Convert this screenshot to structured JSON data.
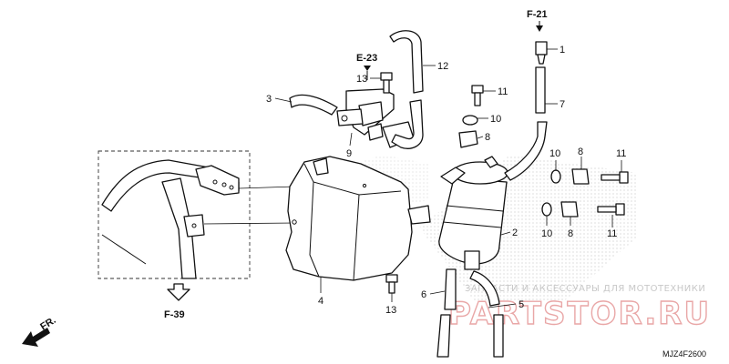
{
  "diagram": {
    "callouts": [
      {
        "id": "c1",
        "text": "1"
      },
      {
        "id": "c2",
        "text": "2"
      },
      {
        "id": "c3",
        "text": "3"
      },
      {
        "id": "c4",
        "text": "4"
      },
      {
        "id": "c5",
        "text": "5"
      },
      {
        "id": "c6",
        "text": "6"
      },
      {
        "id": "c7",
        "text": "7"
      },
      {
        "id": "c8a",
        "text": "8"
      },
      {
        "id": "c8b",
        "text": "8"
      },
      {
        "id": "c8c",
        "text": "8"
      },
      {
        "id": "c9",
        "text": "9"
      },
      {
        "id": "c10a",
        "text": "10"
      },
      {
        "id": "c10b",
        "text": "10"
      },
      {
        "id": "c10c",
        "text": "10"
      },
      {
        "id": "c11a",
        "text": "11"
      },
      {
        "id": "c11b",
        "text": "11"
      },
      {
        "id": "c11c",
        "text": "11"
      },
      {
        "id": "c12",
        "text": "12"
      },
      {
        "id": "c13a",
        "text": "13"
      },
      {
        "id": "c13b",
        "text": "13"
      }
    ],
    "refs": {
      "f21": "F-21",
      "e23": "E-23",
      "f39": "F-39",
      "front": "FR."
    },
    "code": "MJZ4F2600",
    "watermark": {
      "tagline": "ЗАПЧАСТИ И АКСЕССУАРЫ ДЛЯ МОТОТЕХНИКИ",
      "logo": "PARTSTOR.RU"
    }
  }
}
